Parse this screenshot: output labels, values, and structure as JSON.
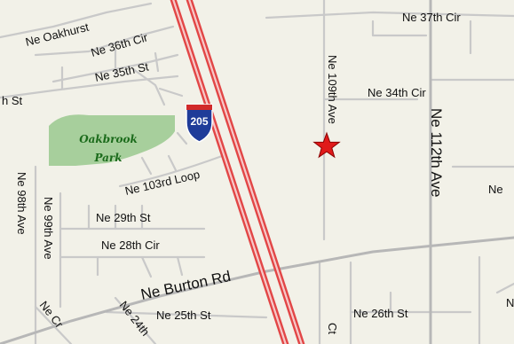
{
  "map": {
    "streets": {
      "ne_oakhurst": "Ne Oakhurst",
      "ne_37th_cir": "Ne 37th Cir",
      "ne_36th_cir": "Ne 36th Cir",
      "ne_35th_st": "Ne 35th St",
      "h_st": "h St",
      "ne_34th_cir": "Ne 34th Cir",
      "ne_109th_ave": "Ne 109th Ave",
      "ne_112th_ave": "Ne 112th Ave",
      "ne_right": "Ne",
      "ne_103rd_loop": "Ne 103rd Loop",
      "ne_98th_ave": "Ne 98th Ave",
      "ne_99th_ave": "Ne 99th Ave",
      "ne_29th_st": "Ne 29th St",
      "ne_28th_cir": "Ne 28th Cir",
      "ne_burton_rd": "Ne Burton Rd",
      "ne_cr": "Ne Cr",
      "ne_24th": "Ne 24th",
      "ne_25th_st": "Ne 25th St",
      "ne_26th_st": "Ne 26th St",
      "ct": "Ct",
      "n_right": "N"
    },
    "park_line1": "Oakbrook",
    "park_line2": "Park",
    "highway_number": "205",
    "colors": {
      "background": "#f2f1e8",
      "park": "#a7cf9c",
      "highway": "#e24646",
      "marker": "#e01a1a"
    },
    "icons": {
      "location_marker": "star-icon",
      "highway_shield": "interstate-shield-icon"
    }
  }
}
